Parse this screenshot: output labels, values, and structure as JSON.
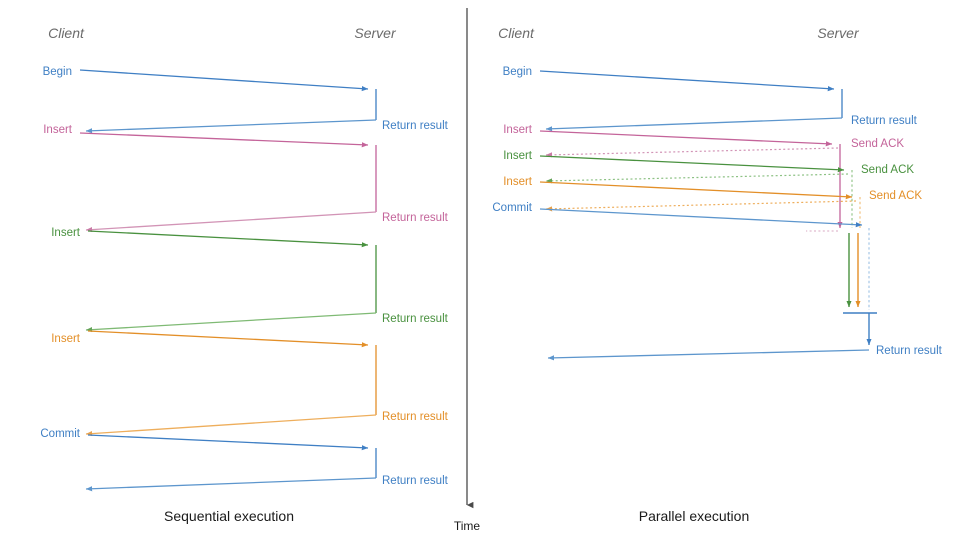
{
  "figure": {
    "divider_label": "Time",
    "background": "#ffffff"
  },
  "colors": {
    "blue": "#3f7fc4",
    "blue_light": "#7fadd8",
    "pink": "#c4649a",
    "pink_light": "#d9a0bf",
    "green": "#49913f",
    "green_light": "#8cc183",
    "orange": "#e38f28",
    "orange_light": "#f0bb74",
    "gray": "#6b6b6b",
    "black": "#1a1a1a"
  },
  "panels": [
    {
      "id": "sequential",
      "caption": "Sequential execution",
      "client_header": "Client",
      "server_header": "Server",
      "messages": [
        {
          "label": "Begin",
          "color": "blue",
          "dir": "request",
          "kind": "solid"
        },
        {
          "label": "Return result",
          "color": "blue",
          "dir": "response",
          "kind": "solid"
        },
        {
          "label": "Insert",
          "color": "pink",
          "dir": "request",
          "kind": "solid"
        },
        {
          "label": "Return result",
          "color": "pink",
          "dir": "response",
          "kind": "solid"
        },
        {
          "label": "Insert",
          "color": "green",
          "dir": "request",
          "kind": "solid"
        },
        {
          "label": "Return result",
          "color": "green",
          "dir": "response",
          "kind": "solid"
        },
        {
          "label": "Insert",
          "color": "orange",
          "dir": "request",
          "kind": "solid"
        },
        {
          "label": "Return result",
          "color": "orange",
          "dir": "response",
          "kind": "solid"
        },
        {
          "label": "Commit",
          "color": "blue",
          "dir": "request",
          "kind": "solid"
        },
        {
          "label": "Return result",
          "color": "blue",
          "dir": "response",
          "kind": "solid"
        }
      ]
    },
    {
      "id": "parallel",
      "caption": "Parallel execution",
      "client_header": "Client",
      "server_header": "Server",
      "messages": [
        {
          "label": "Begin",
          "color": "blue",
          "dir": "request",
          "kind": "solid"
        },
        {
          "label": "Return result",
          "color": "blue",
          "dir": "response",
          "kind": "solid"
        },
        {
          "label": "Insert",
          "color": "pink",
          "dir": "request",
          "kind": "solid"
        },
        {
          "label": "Send ACK",
          "color": "pink",
          "dir": "response",
          "kind": "dotted"
        },
        {
          "label": "Insert",
          "color": "green",
          "dir": "request",
          "kind": "solid"
        },
        {
          "label": "Send ACK",
          "color": "green",
          "dir": "response",
          "kind": "dotted"
        },
        {
          "label": "Insert",
          "color": "orange",
          "dir": "request",
          "kind": "solid"
        },
        {
          "label": "Send ACK",
          "color": "orange",
          "dir": "response",
          "kind": "dotted"
        },
        {
          "label": "Commit",
          "color": "blue",
          "dir": "request",
          "kind": "solid"
        },
        {
          "label": "Return result",
          "color": "blue",
          "dir": "response",
          "kind": "solid"
        }
      ]
    }
  ],
  "left_labels": {
    "begin": "Begin",
    "insert": "Insert",
    "commit": "Commit",
    "return_result": "Return result",
    "send_ack": "Send ACK"
  }
}
